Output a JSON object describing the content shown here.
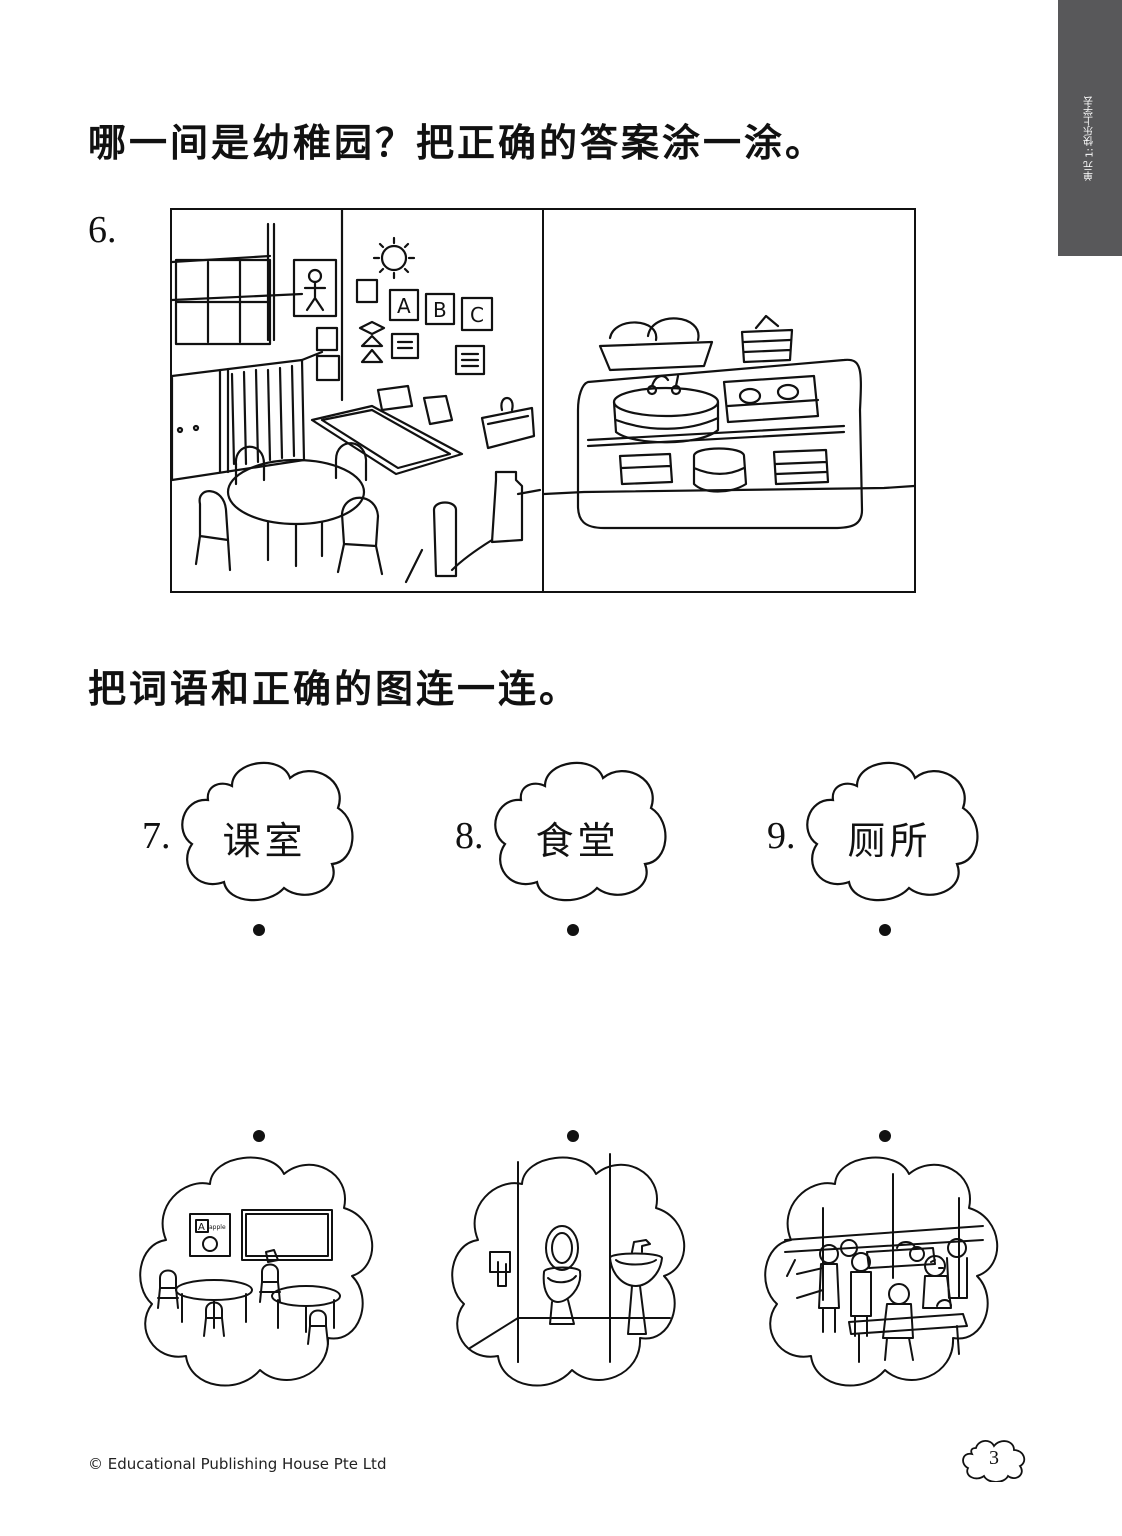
{
  "side_tab": {
    "line1": "单元 1:",
    "line2": "快乐上学去"
  },
  "section1": {
    "instruction": "哪一间是幼稚园？把正确的答案涂一涂。",
    "question_number": "6.",
    "panel_left_letters": [
      "A",
      "B",
      "C"
    ]
  },
  "section2": {
    "instruction": "把词语和正确的图连一连。",
    "items": [
      {
        "number": "7.",
        "word": "课室"
      },
      {
        "number": "8.",
        "word": "食堂"
      },
      {
        "number": "9.",
        "word": "厕所"
      }
    ],
    "classroom_poster_letter": "A",
    "classroom_poster_word": "apple"
  },
  "footer": {
    "copyright": "© Educational Publishing House Pte Ltd",
    "page_number": "3"
  }
}
